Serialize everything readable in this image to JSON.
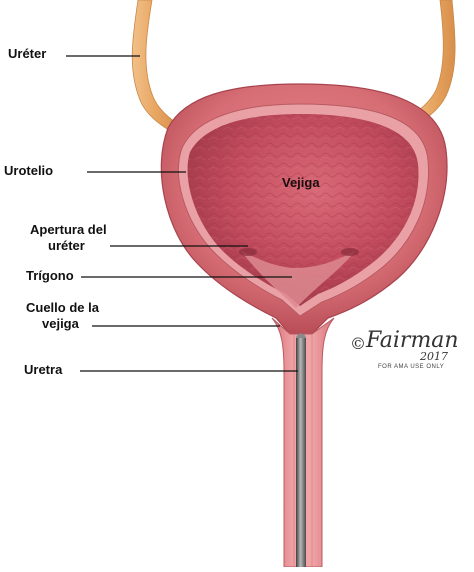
{
  "labels": {
    "ureter": "Uréter",
    "urotelio": "Urotelio",
    "apertura_line1": "Apertura del",
    "apertura_line2": "uréter",
    "trigono": "Trígono",
    "cuello_line1": "Cuello de la",
    "cuello_line2": "vejiga",
    "uretra": "Uretra",
    "vejiga": "Vejiga"
  },
  "signature": {
    "copyright_symbol": "©",
    "name": "Fairman",
    "year": "2017",
    "note": "FOR AMA USE ONLY"
  },
  "colors": {
    "ureter": "#e8a763",
    "muscle_outer": "#d9737a",
    "muscle_dark": "#b84d57",
    "inner_surface": "#c94d5f",
    "urethra": "#e58a8f",
    "catheter": "#6d6d6d",
    "leader_line": "#111111"
  }
}
